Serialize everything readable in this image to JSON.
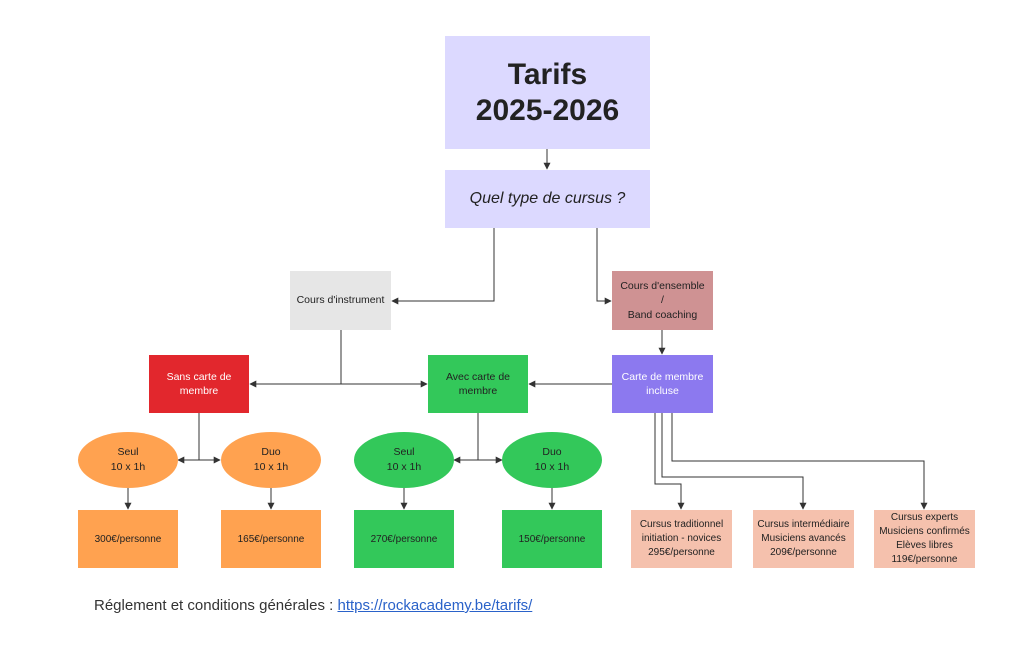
{
  "title": {
    "line1": "Tarifs",
    "line2": "2025-2026"
  },
  "question": "Quel type de cursus ?",
  "branches": {
    "instrument": "Cours d'instrument",
    "ensemble": {
      "line1": "Cours d'ensemble",
      "line2": "/",
      "line3": "Band coaching"
    }
  },
  "membership": {
    "sans": "Sans carte de membre",
    "avec": "Avec carte de membre",
    "incluse": "Carte de membre incluse"
  },
  "options": {
    "sans_seul": {
      "label": "Seul",
      "detail": "10 x 1h",
      "price": "300€/personne"
    },
    "sans_duo": {
      "label": "Duo",
      "detail": "10 x 1h",
      "price": "165€/personne"
    },
    "avec_seul": {
      "label": "Seul",
      "detail": "10 x 1h",
      "price": "270€/personne"
    },
    "avec_duo": {
      "label": "Duo",
      "detail": "10 x 1h",
      "price": "150€/personne"
    }
  },
  "cursus": {
    "traditionnel": {
      "line1": "Cursus traditionnel",
      "line2": "initiation - novices",
      "line3": "295€/personne"
    },
    "intermediaire": {
      "line1": "Cursus intermédiaire",
      "line2": "Musiciens avancés",
      "line3": "209€/personne"
    },
    "experts": {
      "line1": "Cursus experts",
      "line2": "Musiciens confirmés",
      "line3": "Elèves libres",
      "line4": "119€/personne"
    }
  },
  "footer": {
    "label": "Réglement et conditions générales : ",
    "link": "https://rockacademy.be/tarifs/"
  },
  "colors": {
    "title_bg": "#dcd9ff",
    "instrument_bg": "#e6e6e6",
    "ensemble_bg": "#cf9293",
    "sans_bg": "#e2272d",
    "avec_bg": "#33c85a",
    "carte_bg": "#8c79ef",
    "orange": "#ffa250",
    "peach": "#f5c1ad",
    "link": "#2a62c9"
  }
}
